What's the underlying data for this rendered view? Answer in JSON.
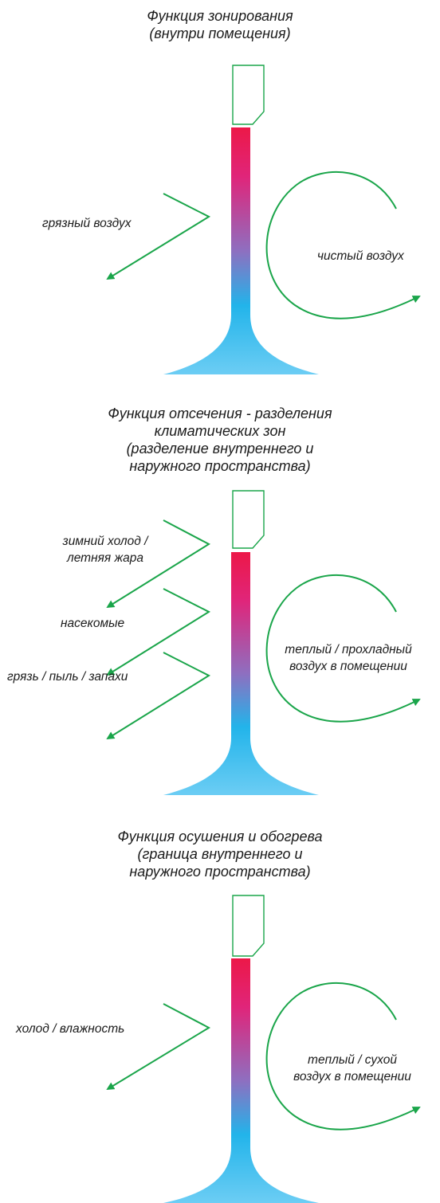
{
  "colors": {
    "arrow": "#1aa54a",
    "housing_outline": "#1aa54a",
    "stream_top": "#ec1848",
    "stream_mid": "#8e6fc0",
    "stream_bottom": "#22b4ea",
    "stream_base": "#6ccdf4"
  },
  "icons": [
    "air-curtain-unit-icon",
    "air-stream-icon",
    "green-arrow-icon",
    "curved-arrow-icon"
  ],
  "panels": [
    {
      "title_lines": [
        "Функция зонирования",
        "(внутри помещения)"
      ],
      "left_labels": [
        "грязный воздух"
      ],
      "right_label_lines": [
        "чистый воздух"
      ]
    },
    {
      "title_lines": [
        "Функция отсечения - разделения",
        "климатических зон",
        "(разделение внутреннего и",
        "наружного пространства)"
      ],
      "left_labels": [
        "зимний холод /\nлетняя жара",
        "насекомые",
        "грязь / пыль / запахи"
      ],
      "right_label_lines": [
        "теплый / прохладный",
        "воздух в помещении"
      ]
    },
    {
      "title_lines": [
        "Функция осушения и обогрева",
        "(граница внутреннего и",
        "наружного пространства)"
      ],
      "left_labels": [
        "холод / влажность"
      ],
      "right_label_lines": [
        "теплый / сухой",
        "воздух в помещении"
      ]
    }
  ]
}
